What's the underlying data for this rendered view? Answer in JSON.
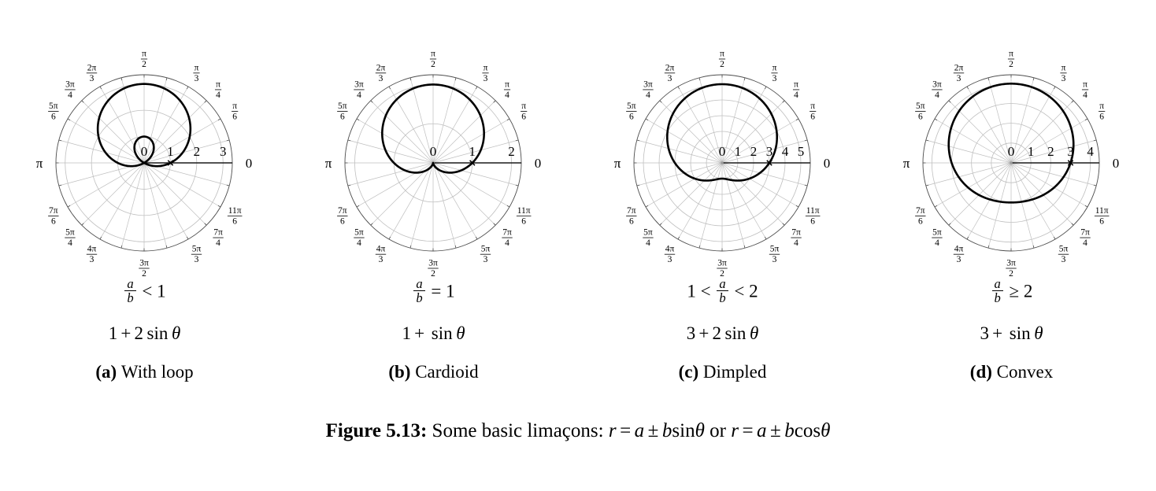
{
  "figure": {
    "label": "Figure 5.13:",
    "text": "Some basic limaçons:",
    "formula_1_lhs": "r",
    "formula_1_eq": "=",
    "formula_1_a": "a",
    "formula_1_pm": "±",
    "formula_1_b": "b",
    "formula_1_fn": "sin",
    "formula_1_var": "θ",
    "conjunction": "or",
    "formula_2_lhs": "r",
    "formula_2_eq": "=",
    "formula_2_a": "a",
    "formula_2_pm": "±",
    "formula_2_b": "b",
    "formula_2_fn": "cos",
    "formula_2_var": "θ"
  },
  "panels": [
    {
      "id": "a",
      "sub_label": "(a)",
      "sub_title": "With loop",
      "ratio_pre": "",
      "ratio_num": "a",
      "ratio_den": "b",
      "ratio_rel": "<",
      "ratio_val": "1",
      "eq_a": "1",
      "eq_plus": "+",
      "eq_b": "2",
      "eq_fn": "sin",
      "eq_var": "θ",
      "r_ticks": [
        "0",
        "1",
        "2",
        "3"
      ],
      "r_max": 3.35,
      "curve": {
        "a": 1,
        "b": 2
      },
      "grid_rings": [
        1,
        2,
        3
      ]
    },
    {
      "id": "b",
      "sub_label": "(b)",
      "sub_title": "Cardioid",
      "ratio_pre": "",
      "ratio_num": "a",
      "ratio_den": "b",
      "ratio_rel": "=",
      "ratio_val": "1",
      "eq_a": "1",
      "eq_plus": "+",
      "eq_b": "",
      "eq_fn": "sin",
      "eq_var": "θ",
      "r_ticks": [
        "0",
        "1",
        "2"
      ],
      "r_max": 2.25,
      "curve": {
        "a": 1,
        "b": 1
      },
      "grid_rings": [
        1,
        2
      ]
    },
    {
      "id": "c",
      "sub_label": "(c)",
      "sub_title": "Dimpled",
      "ratio_pre": "1 <",
      "ratio_num": "a",
      "ratio_den": "b",
      "ratio_rel": "<",
      "ratio_val": "2",
      "eq_a": "3",
      "eq_plus": "+",
      "eq_b": "2",
      "eq_fn": "sin",
      "eq_var": "θ",
      "r_ticks": [
        "0",
        "1",
        "2",
        "3",
        "4",
        "5"
      ],
      "r_max": 5.6,
      "curve": {
        "a": 3,
        "b": 2
      },
      "grid_rings": [
        1,
        2,
        3,
        4,
        5
      ]
    },
    {
      "id": "d",
      "sub_label": "(d)",
      "sub_title": "Convex",
      "ratio_pre": "",
      "ratio_num": "a",
      "ratio_den": "b",
      "ratio_rel": "≥",
      "ratio_val": "2",
      "eq_a": "3",
      "eq_plus": "+",
      "eq_b": "",
      "eq_fn": "sin",
      "eq_var": "θ",
      "r_ticks": [
        "0",
        "1",
        "2",
        "3",
        "4"
      ],
      "r_max": 4.45,
      "curve": {
        "a": 3,
        "b": 1
      },
      "grid_rings": [
        1,
        2,
        3,
        4
      ]
    }
  ],
  "angle_labels": [
    {
      "deg": 0,
      "num": "0",
      "den": "",
      "plain": "0"
    },
    {
      "deg": 30,
      "num": "π",
      "den": "6",
      "plain": ""
    },
    {
      "deg": 45,
      "num": "π",
      "den": "4",
      "plain": ""
    },
    {
      "deg": 60,
      "num": "π",
      "den": "3",
      "plain": ""
    },
    {
      "deg": 90,
      "num": "π",
      "den": "2",
      "plain": ""
    },
    {
      "deg": 120,
      "num": "2π",
      "den": "3",
      "plain": ""
    },
    {
      "deg": 135,
      "num": "3π",
      "den": "4",
      "plain": ""
    },
    {
      "deg": 150,
      "num": "5π",
      "den": "6",
      "plain": ""
    },
    {
      "deg": 180,
      "num": "",
      "den": "",
      "plain": "π"
    },
    {
      "deg": 210,
      "num": "7π",
      "den": "6",
      "plain": ""
    },
    {
      "deg": 225,
      "num": "5π",
      "den": "4",
      "plain": ""
    },
    {
      "deg": 240,
      "num": "4π",
      "den": "3",
      "plain": ""
    },
    {
      "deg": 270,
      "num": "3π",
      "den": "2",
      "plain": ""
    },
    {
      "deg": 300,
      "num": "5π",
      "den": "3",
      "plain": ""
    },
    {
      "deg": 315,
      "num": "7π",
      "den": "4",
      "plain": ""
    },
    {
      "deg": 330,
      "num": "11π",
      "den": "6",
      "plain": ""
    }
  ],
  "colors": {
    "curve": "#000000",
    "grid": "#bfbfbf",
    "outer_circle": "#4d4d4d",
    "axis": "#1a1a1a",
    "text": "#000000",
    "background": "#ffffff"
  }
}
